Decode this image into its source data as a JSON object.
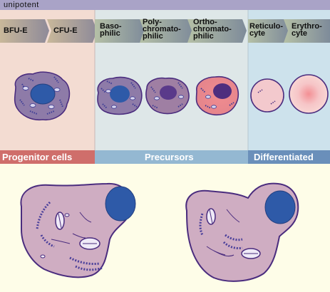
{
  "header": {
    "label": "unipotent"
  },
  "stages": [
    {
      "label": "BFU-E"
    },
    {
      "label": "CFU-E"
    },
    {
      "label": "Baso-\nphilic"
    },
    {
      "label": "Poly-\nchromato-\nphilic"
    },
    {
      "label": "Ortho-\nchromato-\nphilic"
    },
    {
      "label": "Reticulo-\ncyte"
    },
    {
      "label": "Erythro-\ncyte"
    }
  ],
  "groups": [
    {
      "label": "Progenitor cells"
    },
    {
      "label": "Precursors"
    },
    {
      "label": "Differentiated"
    }
  ],
  "colors": {
    "progenitor_bg": "#f3dcd2",
    "precursor_bg": "#dee7e8",
    "differentiated_bg": "#cde2ec",
    "progenitor_bar": "#cf6e6b",
    "precursor_bar": "#94b8d2",
    "differentiated_bar": "#6a8fba",
    "cell_body": "#9b7fa7",
    "nucleus": "#2e5aa8",
    "outline": "#4a2c7e"
  }
}
